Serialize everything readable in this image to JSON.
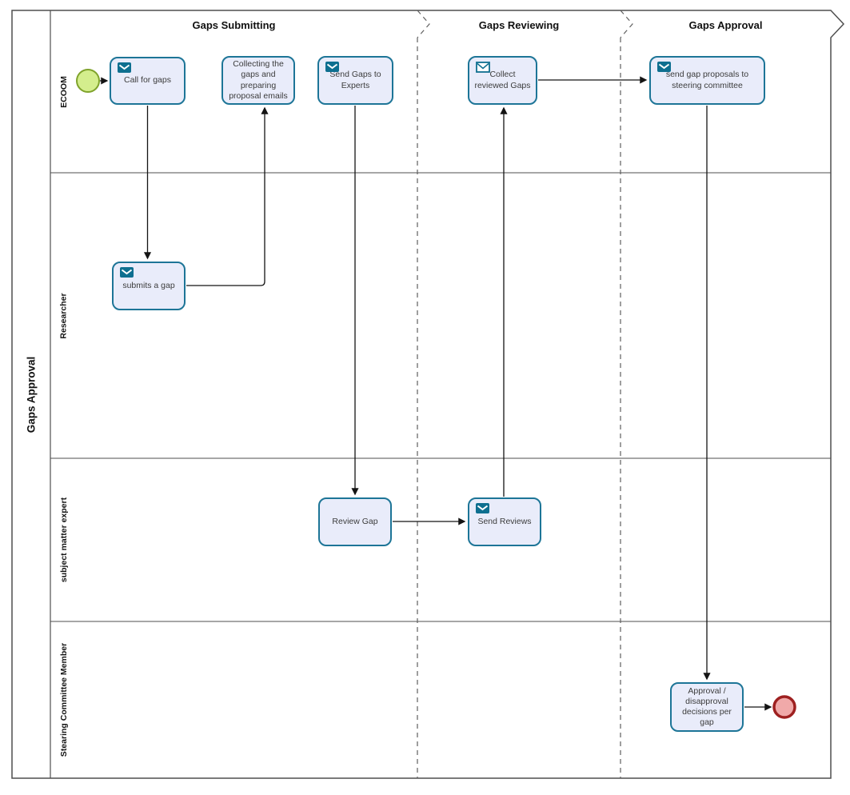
{
  "diagram": {
    "type": "bpmn-swimlane",
    "pool": {
      "label": "Gaps Approval"
    },
    "phases": [
      {
        "label": "Gaps Submitting"
      },
      {
        "label": "Gaps Reviewing"
      },
      {
        "label": "Gaps Approval"
      }
    ],
    "lanes": [
      {
        "label": "ECOOM"
      },
      {
        "label": "Researcher"
      },
      {
        "label": "subject matter expert"
      },
      {
        "label": "Stearing Committee Member"
      }
    ],
    "tasks": [
      {
        "label": "Call for gaps",
        "icon": "send-message-icon",
        "lane": "ECOOM",
        "phase": "Gaps Submitting"
      },
      {
        "label": "Collecting the gaps and preparing proposal emails",
        "icon": null,
        "lane": "ECOOM",
        "phase": "Gaps Submitting"
      },
      {
        "label": "Send Gaps to Experts",
        "icon": "send-message-icon",
        "lane": "ECOOM",
        "phase": "Gaps Submitting"
      },
      {
        "label": "Collect reviewed Gaps",
        "icon": "receive-message-icon",
        "lane": "ECOOM",
        "phase": "Gaps Reviewing"
      },
      {
        "label": "send gap proposals to steering committee",
        "icon": "send-message-icon",
        "lane": "ECOOM",
        "phase": "Gaps Approval"
      },
      {
        "label": "submits a gap",
        "icon": "send-message-icon",
        "lane": "Researcher",
        "phase": "Gaps Submitting"
      },
      {
        "label": "Review Gap",
        "icon": null,
        "lane": "subject matter expert",
        "phase": "Gaps Submitting"
      },
      {
        "label": "Send Reviews",
        "icon": "send-message-icon",
        "lane": "subject matter expert",
        "phase": "Gaps Reviewing"
      },
      {
        "label": "Approval / disapproval decisions per gap",
        "icon": null,
        "lane": "Stearing Committee Member",
        "phase": "Gaps Approval"
      }
    ],
    "events": [
      {
        "type": "start-event",
        "fill": "#d4ee8d",
        "border": "#7fa32b"
      },
      {
        "type": "end-event",
        "fill": "#f0a9a9",
        "border": "#9e2020"
      }
    ],
    "flows": [
      {
        "from": "start-event",
        "to": "Call for gaps"
      },
      {
        "from": "Call for gaps",
        "to": "submits a gap"
      },
      {
        "from": "submits a gap",
        "to": "Collecting the gaps and preparing proposal emails"
      },
      {
        "from": "Send Gaps to Experts",
        "to": "Review Gap"
      },
      {
        "from": "Review Gap",
        "to": "Send Reviews"
      },
      {
        "from": "Send Reviews",
        "to": "Collect reviewed Gaps"
      },
      {
        "from": "Collect reviewed Gaps",
        "to": "send gap proposals to steering committee"
      },
      {
        "from": "send gap proposals to steering committee",
        "to": "Approval / disapproval decisions per gap"
      },
      {
        "from": "Approval / disapproval decisions per gap",
        "to": "end-event"
      }
    ],
    "colors": {
      "task_fill": "#e9ecfa",
      "task_border": "#1d7597",
      "icon_teal": "#0e6f90",
      "start_fill": "#d4ee8d",
      "start_border": "#7fa32b",
      "end_fill": "#f0a9a9",
      "end_border": "#9e2020",
      "flow_line": "#141414",
      "frame_line": "#4f4f4f",
      "separator_dash": "#5f5f5f"
    }
  }
}
